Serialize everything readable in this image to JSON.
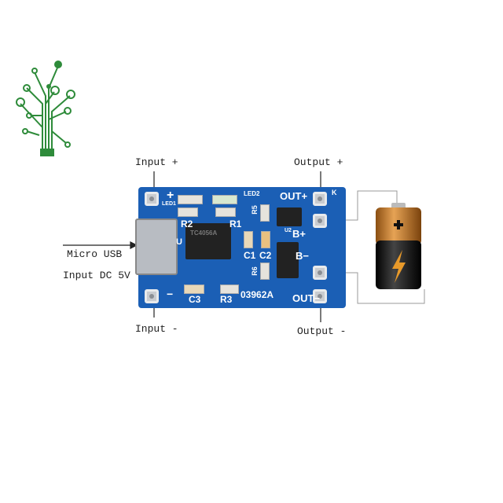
{
  "labels": {
    "input_plus": "Input +",
    "output_plus": "Output +",
    "micro_usb": "Micro USB",
    "input_dc": "Input DC 5V",
    "input_minus": "Input -",
    "output_minus": "Output -"
  },
  "board": {
    "plus": "+",
    "minus": "−",
    "led1": "LED1",
    "led2": "LED2",
    "r1": "R1",
    "r2": "R2",
    "r3": "R3",
    "r5": "R5",
    "r6": "R6",
    "c1": "C1",
    "c2": "C2",
    "c3": "C3",
    "u": "U",
    "u2": "U2",
    "out_plus": "OUT+",
    "out_minus": "OUT−",
    "b_plus": "B+",
    "b_minus": "B−",
    "k": "K",
    "code": "03962A",
    "chip_text": "TC4056A"
  },
  "colors": {
    "board": "#1b5fb5",
    "logo": "#2e8b3a",
    "battery_copper": "#c07a2a",
    "battery_black": "#1a1a1a"
  },
  "icons": {
    "logo": "circuit-tree-logo",
    "battery": "battery-lightning-icon"
  }
}
